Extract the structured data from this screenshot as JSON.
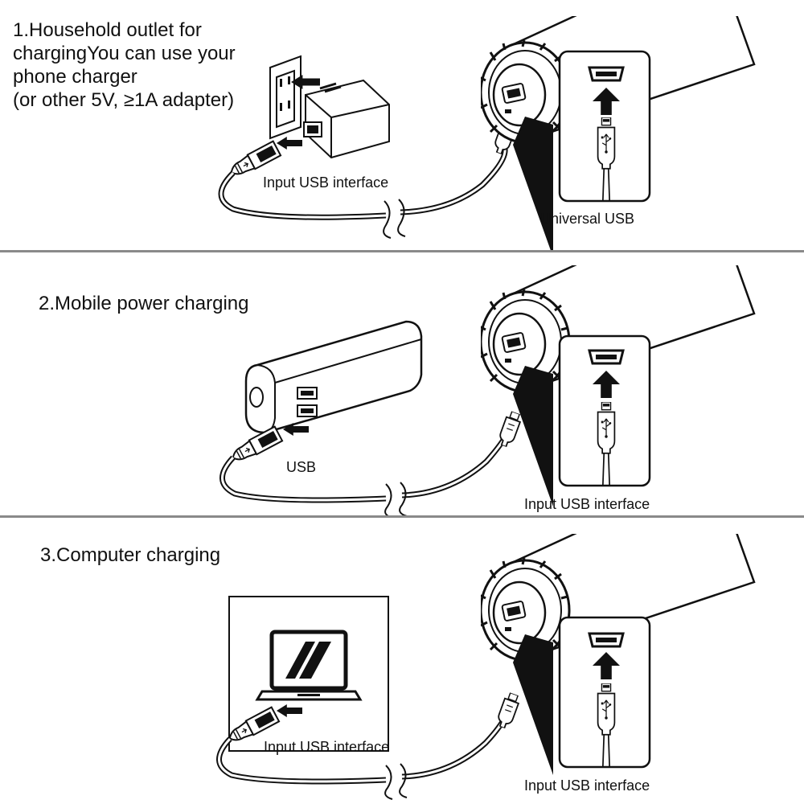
{
  "sections": [
    {
      "title": "1.Household outlet for\nchargingYou can use your\nphone charger\n(or other 5V, ≥1A adapter)",
      "cable_label": "Input USB interface",
      "port_label": "Universal USB"
    },
    {
      "title": "2.Mobile power charging",
      "cable_label": "USB",
      "port_label": "Input USB interface"
    },
    {
      "title": "3.Computer charging",
      "cable_label": "Input USB interface",
      "port_label": "Input USB interface"
    }
  ]
}
